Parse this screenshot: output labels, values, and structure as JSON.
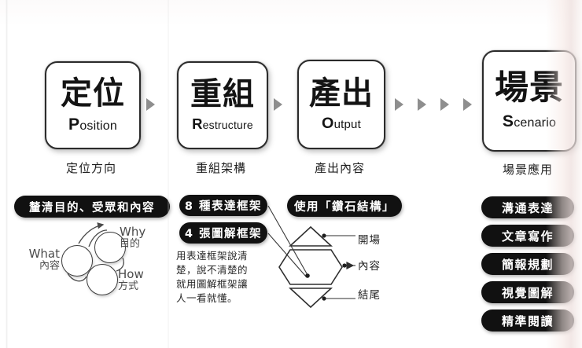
{
  "theme": {
    "ink": "#111111",
    "pill_bg": "#111111",
    "pill_text": "#ffffff",
    "box_border": "#2b2b2b",
    "arrow_gray": "#8e8e8e",
    "muted_text": "#4a4a4a"
  },
  "stages": [
    {
      "cjk": "定位",
      "eng_initial": "P",
      "eng_rest": "osition",
      "sub": "定位方向"
    },
    {
      "cjk": "重組",
      "eng_initial": "R",
      "eng_rest": "estructure",
      "sub": "重組架構"
    },
    {
      "cjk": "產出",
      "eng_initial": "O",
      "eng_rest": "utput",
      "sub": "產出內容"
    },
    {
      "cjk": "場景",
      "eng_initial": "S",
      "eng_rest": "cenario",
      "sub": "場景應用"
    }
  ],
  "column1": {
    "pill": "釐清目的、受眾和內容",
    "cycle": [
      {
        "en": "What",
        "zh": "內容"
      },
      {
        "en": "Why",
        "zh": "目的"
      },
      {
        "en": "How",
        "zh": "方式"
      }
    ]
  },
  "column2": {
    "pills": [
      "8 種表達框架",
      "4 張圖解框架"
    ],
    "paragraph": "用表達框架說清\n楚，說不清楚的\n就用圖解框架讓\n人一看就懂。"
  },
  "column3": {
    "pill": "使用「鑽石結構」",
    "diamond_labels": [
      "開場",
      "內容",
      "結尾"
    ]
  },
  "column4": {
    "pills": [
      "溝通表達",
      "文章寫作",
      "簡報規劃",
      "視覺圖解",
      "精準閱讀"
    ]
  }
}
